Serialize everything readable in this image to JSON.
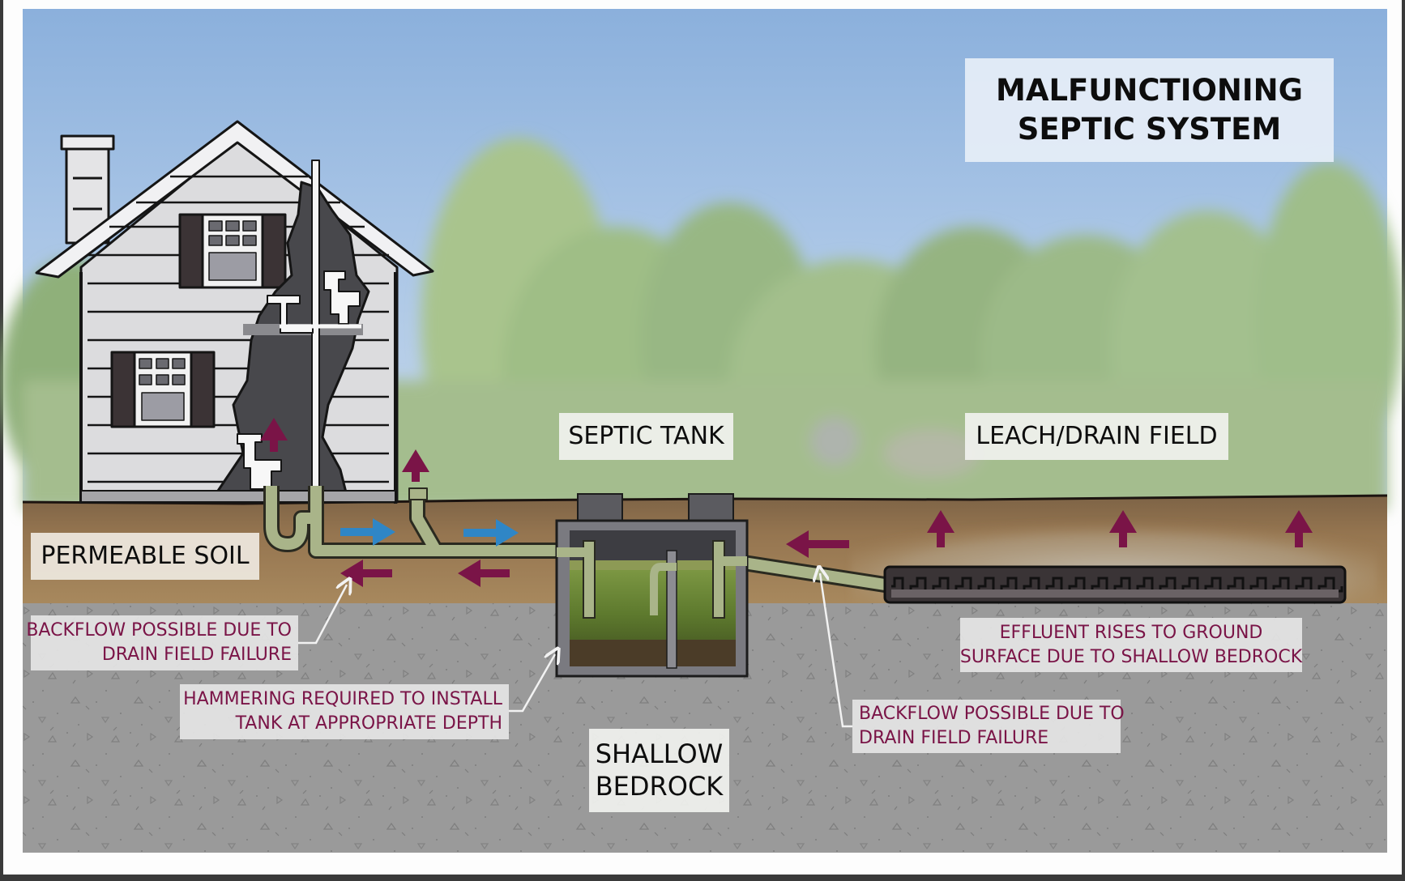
{
  "title": {
    "line1": "MALFUNCTIONING",
    "line2": "SEPTIC SYSTEM"
  },
  "zone_labels": {
    "septic_tank": "SEPTIC TANK",
    "leach_field": "LEACH/DRAIN FIELD",
    "permeable_soil": "PERMEABLE SOIL",
    "shallow_bedrock_line1": "SHALLOW",
    "shallow_bedrock_line2": "BEDROCK"
  },
  "callouts": {
    "backflow_left": {
      "line1": "BACKFLOW POSSIBLE DUE TO",
      "line2": "DRAIN FIELD FAILURE"
    },
    "hammering": {
      "line1": "HAMMERING REQUIRED TO INSTALL",
      "line2": "TANK AT APPROPRIATE DEPTH"
    },
    "effluent": {
      "line1": "EFFLUENT RISES TO GROUND",
      "line2": "SURFACE DUE TO SHALLOW BEDROCK"
    },
    "backflow_right": {
      "line1": "BACKFLOW POSSIBLE DUE TO",
      "line2": "DRAIN FIELD FAILURE"
    }
  },
  "colors": {
    "sky_top": "#8db2de",
    "sky_bottom": "#b6cde6",
    "foliage": "#9fbf86",
    "soil": "#9b7b55",
    "bedrock": "#9a9a9a",
    "pipe": "#a9b489",
    "sludge": "#6f8a3a",
    "flow_arrow_blue": "#2f86c6",
    "backflow_arrow_maroon": "#7a1447",
    "callout_text": "#7a1447"
  },
  "icons": {
    "flow_in": "arrow-right-icon",
    "backflow": "arrow-left-icon",
    "rise": "arrow-up-icon"
  }
}
